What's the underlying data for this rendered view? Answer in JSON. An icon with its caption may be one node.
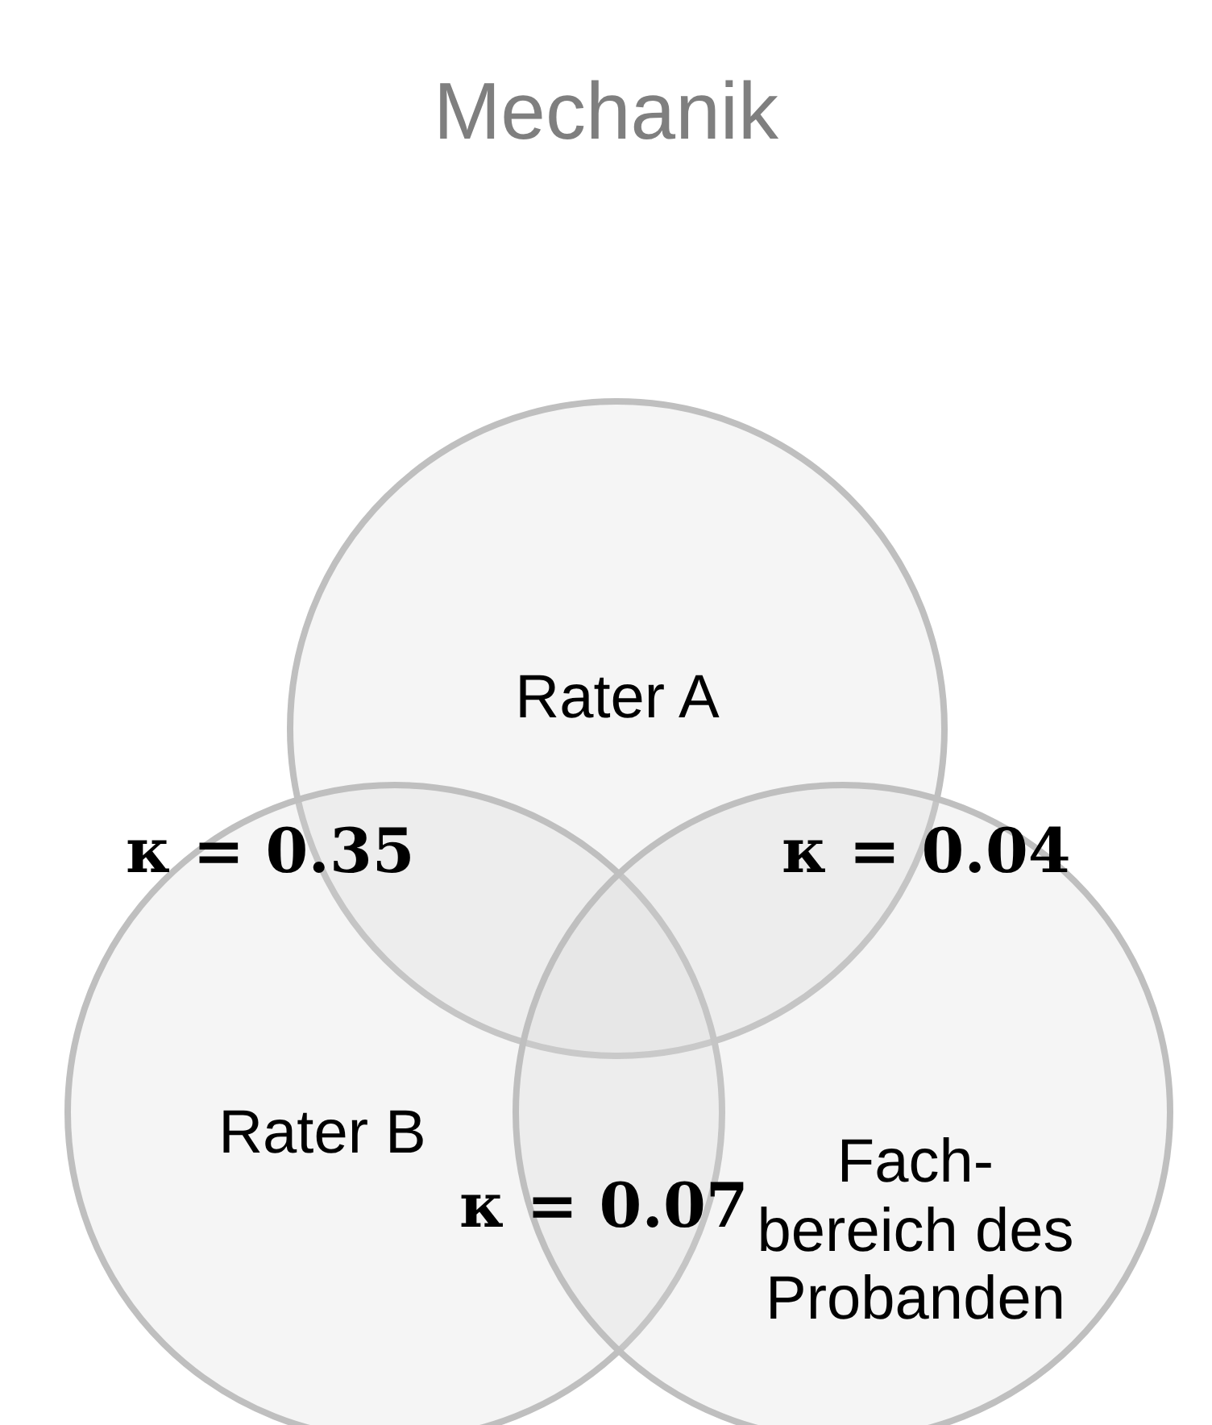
{
  "diagram": {
    "title": "Mechanik",
    "nodes": [
      {
        "text": [
          "Rater A"
        ]
      },
      {
        "text": [
          "Rater B"
        ]
      },
      {
        "text": [
          "Fach- bereich des Probanden"
        ]
      }
    ],
    "labels": [
      "κ = 0.35",
      "κ = 0.04",
      "κ = 0.07"
    ]
  }
}
